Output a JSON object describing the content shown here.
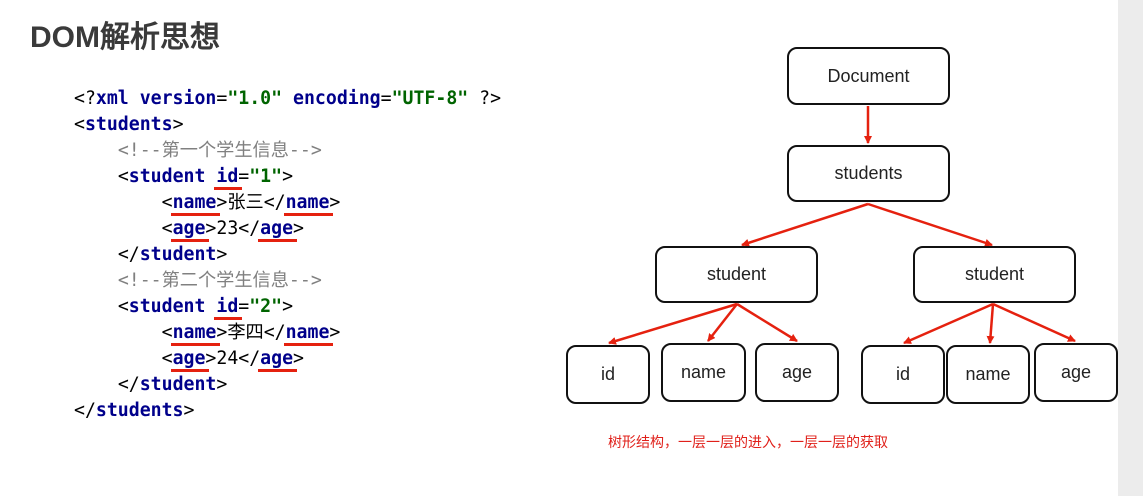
{
  "title": "DOM解析思想",
  "code_lines": [
    {
      "indent": "",
      "parts": [
        [
          "p",
          "<?"
        ],
        [
          "k",
          "xml version"
        ],
        [
          "p",
          "="
        ],
        [
          "s",
          "\"1.0\""
        ],
        [
          "p",
          " "
        ],
        [
          "k",
          "encoding"
        ],
        [
          "p",
          "="
        ],
        [
          "s",
          "\"UTF-8\""
        ],
        [
          "p",
          " ?>"
        ]
      ]
    },
    {
      "indent": "",
      "parts": [
        [
          "p",
          "<"
        ],
        [
          "k",
          "students"
        ],
        [
          "p",
          ">"
        ]
      ]
    },
    {
      "indent": "    ",
      "parts": [
        [
          "c",
          "<!--第一个学生信息-->"
        ]
      ]
    },
    {
      "indent": "    ",
      "parts": [
        [
          "p",
          "<"
        ],
        [
          "k",
          "student"
        ],
        [
          "p",
          " "
        ],
        [
          "k",
          "id"
        ],
        [
          "p",
          "="
        ],
        [
          "s",
          "\"1\""
        ],
        [
          "p",
          ">"
        ]
      ]
    },
    {
      "indent": "        ",
      "parts": [
        [
          "p",
          "<"
        ],
        [
          "k",
          "name"
        ],
        [
          "p",
          ">张三</"
        ],
        [
          "k",
          "name"
        ],
        [
          "p",
          ">"
        ]
      ]
    },
    {
      "indent": "        ",
      "parts": [
        [
          "p",
          "<"
        ],
        [
          "k",
          "age"
        ],
        [
          "p",
          ">23</"
        ],
        [
          "k",
          "age"
        ],
        [
          "p",
          ">"
        ]
      ]
    },
    {
      "indent": "    ",
      "parts": [
        [
          "p",
          "</"
        ],
        [
          "k",
          "student"
        ],
        [
          "p",
          ">"
        ]
      ]
    },
    {
      "indent": "    ",
      "parts": [
        [
          "c",
          "<!--第二个学生信息-->"
        ]
      ]
    },
    {
      "indent": "    ",
      "parts": [
        [
          "p",
          "<"
        ],
        [
          "k",
          "student"
        ],
        [
          "p",
          " "
        ],
        [
          "k",
          "id"
        ],
        [
          "p",
          "="
        ],
        [
          "s",
          "\"2\""
        ],
        [
          "p",
          ">"
        ]
      ]
    },
    {
      "indent": "        ",
      "parts": [
        [
          "p",
          "<"
        ],
        [
          "k",
          "name"
        ],
        [
          "p",
          ">李四</"
        ],
        [
          "k",
          "name"
        ],
        [
          "p",
          ">"
        ]
      ]
    },
    {
      "indent": "        ",
      "parts": [
        [
          "p",
          "<"
        ],
        [
          "k",
          "age"
        ],
        [
          "p",
          ">24</"
        ],
        [
          "k",
          "age"
        ],
        [
          "p",
          ">"
        ]
      ]
    },
    {
      "indent": "    ",
      "parts": [
        [
          "p",
          "</"
        ],
        [
          "k",
          "student"
        ],
        [
          "p",
          ">"
        ]
      ]
    },
    {
      "indent": "",
      "parts": [
        [
          "p",
          "</"
        ],
        [
          "k",
          "students"
        ],
        [
          "p",
          ">"
        ]
      ]
    }
  ],
  "tree": {
    "root": "Document",
    "level1": "students",
    "students": [
      {
        "label": "student",
        "children": [
          "id",
          "name",
          "age"
        ]
      },
      {
        "label": "student",
        "children": [
          "id",
          "name",
          "age"
        ]
      }
    ]
  },
  "caption": "树形结构，一层一层的进入，一层一层的获取",
  "colors": {
    "title": "#3a3a3a",
    "keyword": "#00008b",
    "string": "#006400",
    "comment": "#808080",
    "annotation": "#e5210f",
    "caption": "#e0201a"
  }
}
